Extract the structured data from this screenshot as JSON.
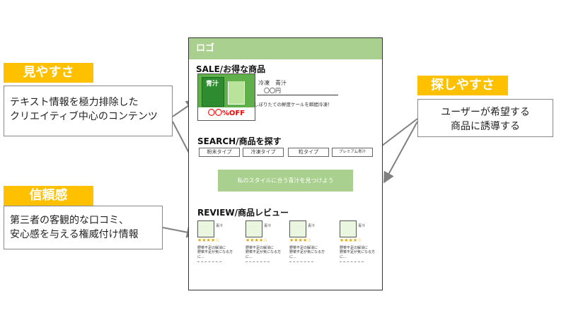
{
  "annotations": {
    "visibility": {
      "tag": "見やすさ",
      "text": "テキスト情報を極力排除した\nクリエイティブ中心のコンテンツ"
    },
    "trust": {
      "tag": "信頼感",
      "text": "第三者の客観的な口コミ、\n安心感を与える権威付け情報"
    },
    "searchability": {
      "tag": "探しやすさ",
      "text": "ユーザーが希望する\n商品に誘導する"
    }
  },
  "mockup": {
    "logo": "ロゴ",
    "sale": {
      "heading": "SALE/お得な商品",
      "product_label": "青汁",
      "discount": "〇〇%OFF",
      "name": "冷凍　青汁",
      "price": "〇〇円",
      "description": "しぼりたての鮮度ケールを瞬間冷凍！"
    },
    "search": {
      "heading": "SEARCH/商品を探す",
      "filters": [
        "粉末タイプ",
        "冷凍タイプ",
        "粒タイプ",
        "プレミアム青汁"
      ],
      "cta": "私のスタイルに合う青汁を見つけよう"
    },
    "review": {
      "heading": "REVIEW/商品レビュー",
      "stars": "★★★★☆",
      "items": [
        {
          "name": "青汁",
          "title": "野菜不足の解消に",
          "body": "野菜不足が気になる方\nに..."
        },
        {
          "name": "青汁",
          "title": "野菜不足の解消に",
          "body": "野菜不足が気になる方\nに..."
        },
        {
          "name": "青汁",
          "title": "野菜不足の解消に",
          "body": "野菜不足が気になる方\nに..."
        },
        {
          "name": "青汁",
          "title": "野菜不足の解消に",
          "body": "野菜不足が気になる方\nに..."
        }
      ]
    }
  },
  "colors": {
    "tag": "#ffc000",
    "header": "#a9d08e",
    "cta": "#a9d08e",
    "accent_red": "#ff0000"
  }
}
